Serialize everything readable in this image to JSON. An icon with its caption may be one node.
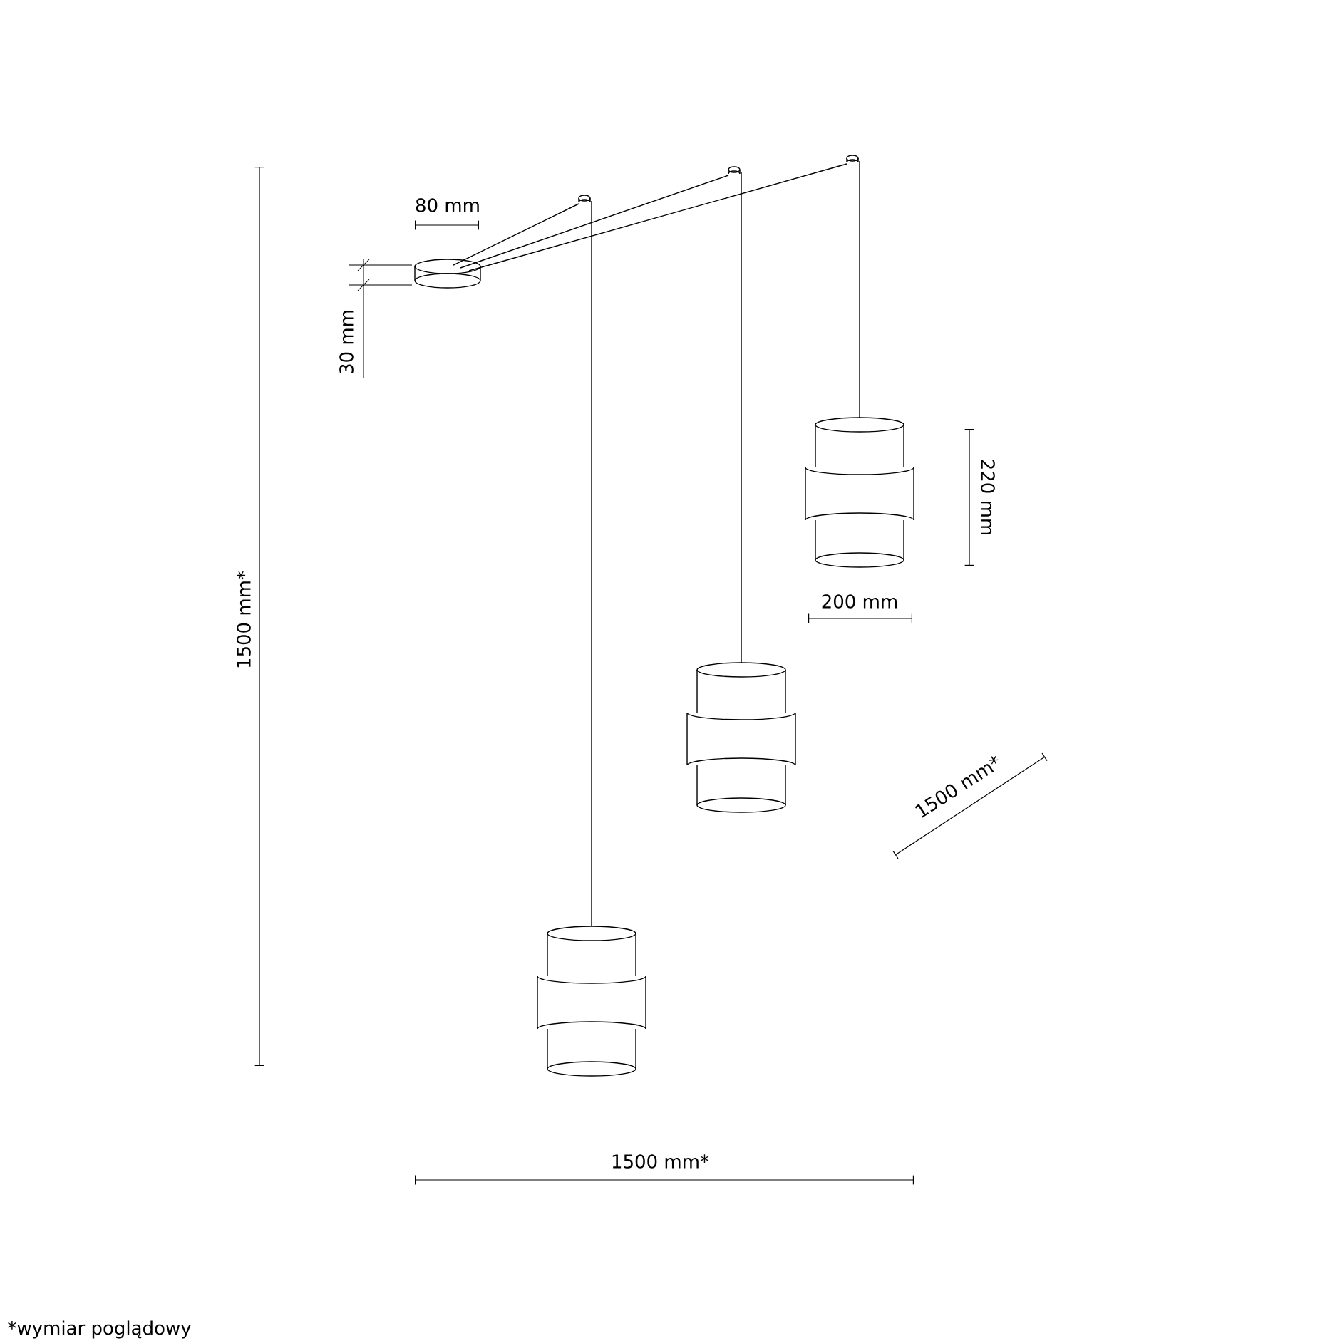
{
  "diagram": {
    "labels": [
      "80 mm",
      "30 mm",
      "1500 mm*",
      "220 mm",
      "200 mm",
      "1500 mm*",
      "1500 mm*",
      "*wymiar poglądowy"
    ]
  }
}
